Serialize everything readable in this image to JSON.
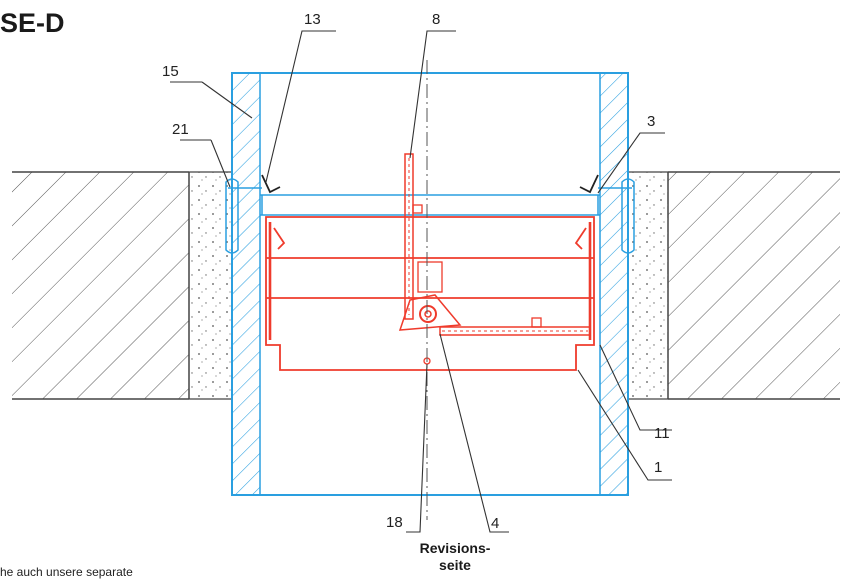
{
  "title": "SE-D",
  "caption_line1": "Revisions-",
  "caption_line2": "seite",
  "footnote": "he auch unsere separate",
  "callouts": [
    "13",
    "8",
    "15",
    "21",
    "3",
    "11",
    "1",
    "18",
    "4"
  ],
  "colors": {
    "frame": "#2a9fe0",
    "damper": "#ef3b2c",
    "wall": "#444444",
    "leader": "#333333"
  }
}
